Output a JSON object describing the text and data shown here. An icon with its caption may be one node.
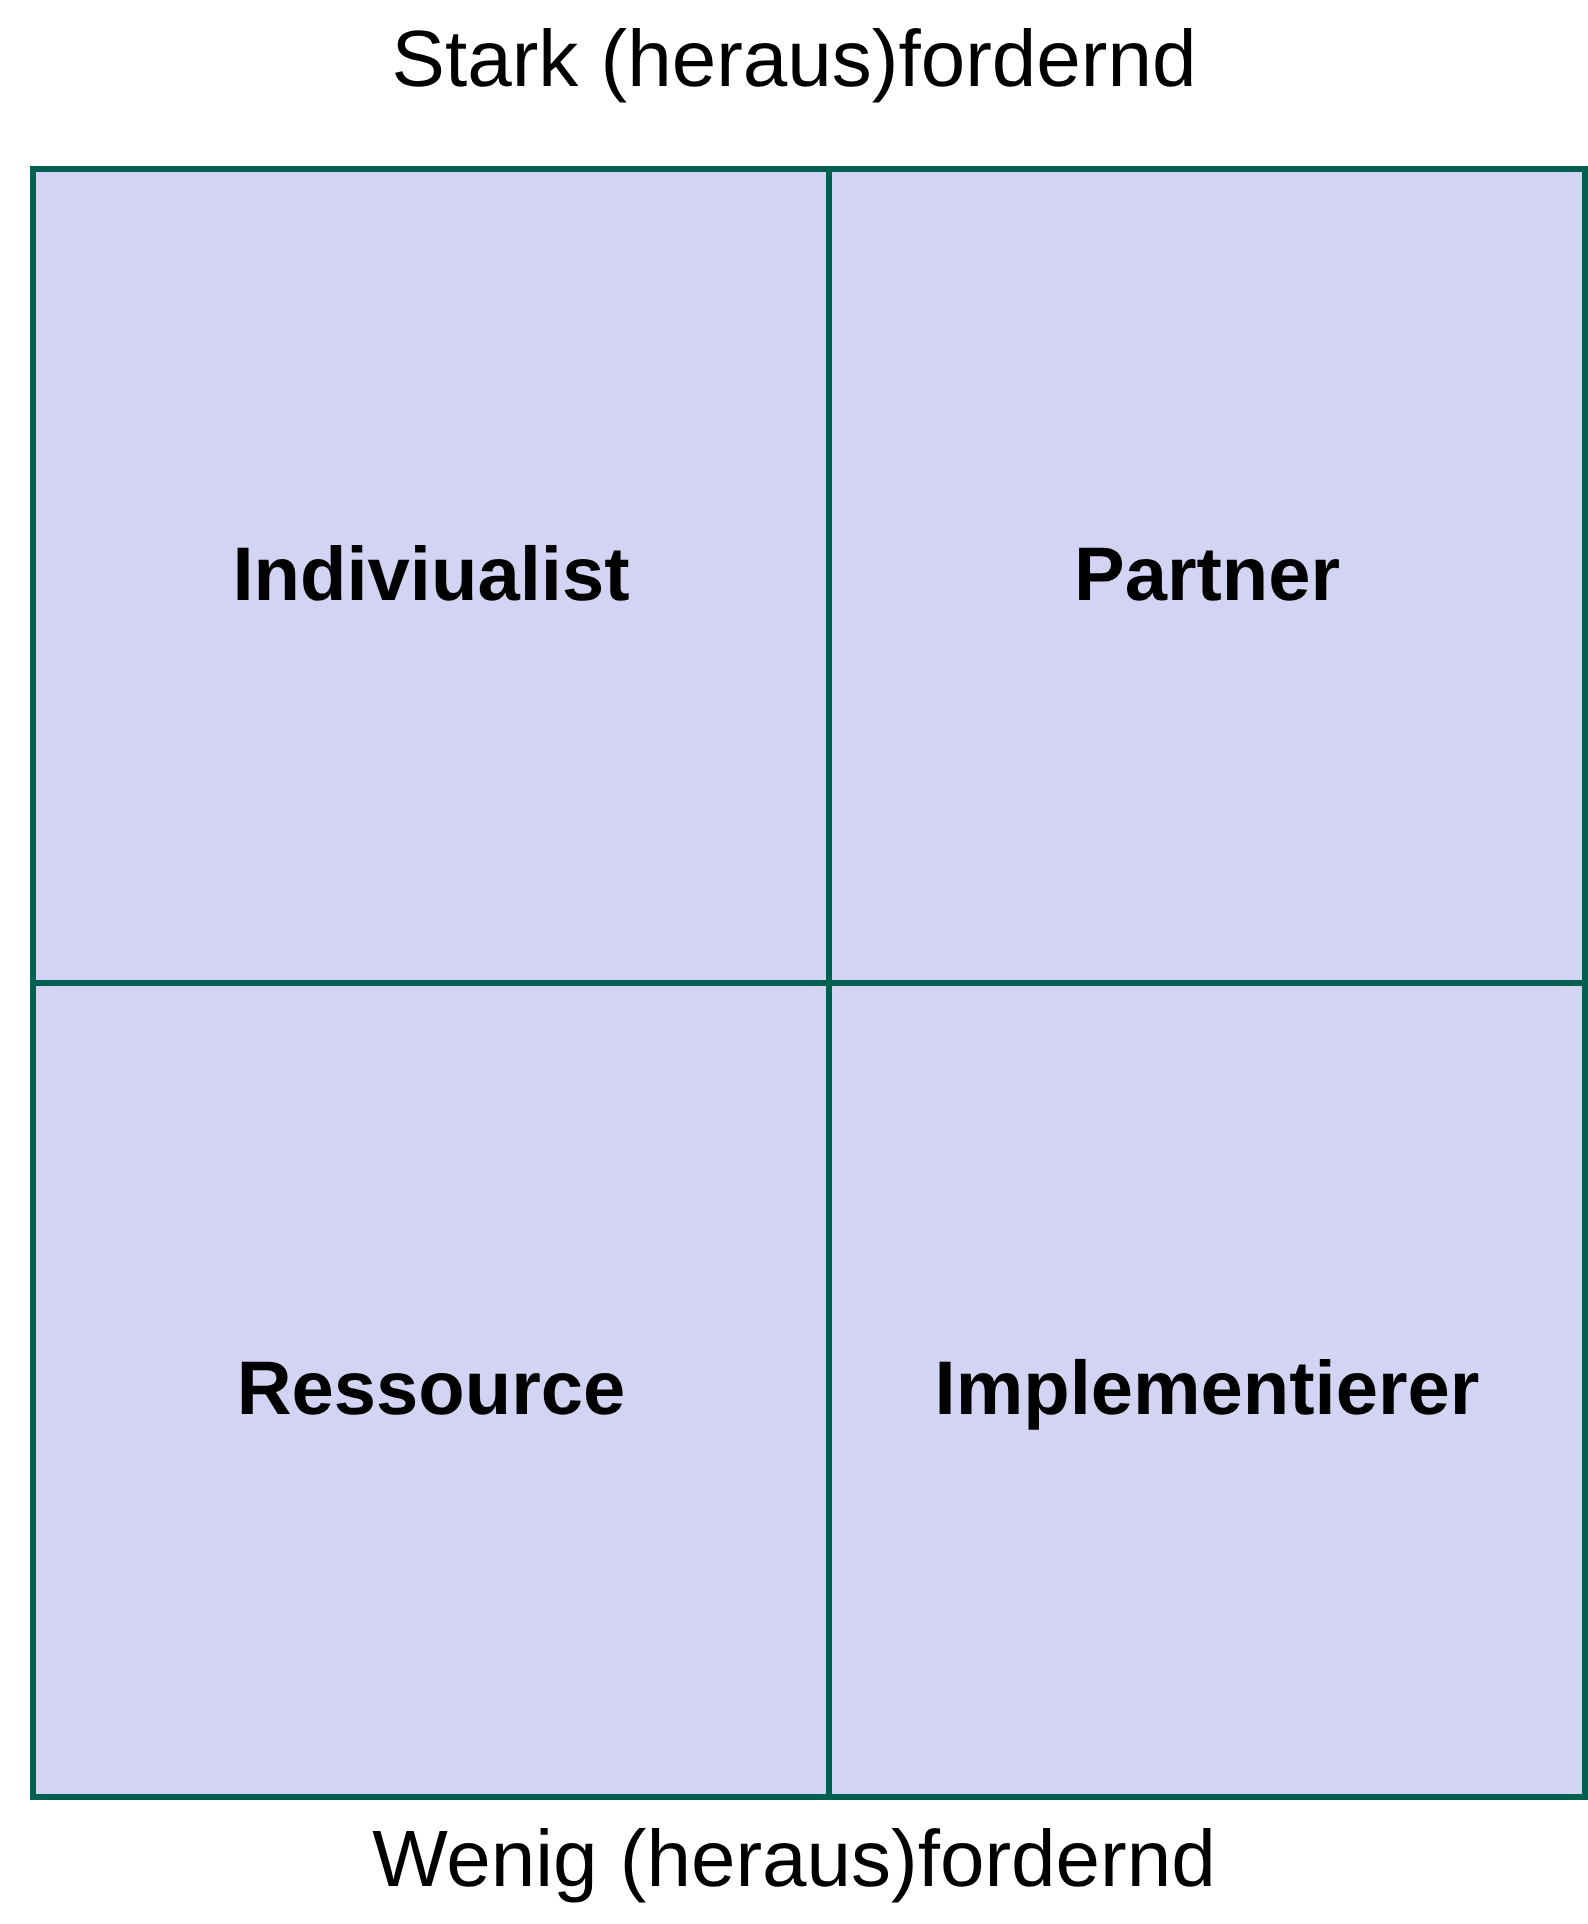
{
  "diagram": {
    "nodes": [
      {
        "text": [
          "Indiviualist"
        ]
      },
      {
        "text": [
          "Partner"
        ]
      },
      {
        "text": [
          "Ressource"
        ]
      },
      {
        "text": [
          "Implementierer"
        ]
      }
    ],
    "labels": [
      "Stark (heraus)fordernd",
      "Wenig (heraus)fordernd"
    ]
  }
}
